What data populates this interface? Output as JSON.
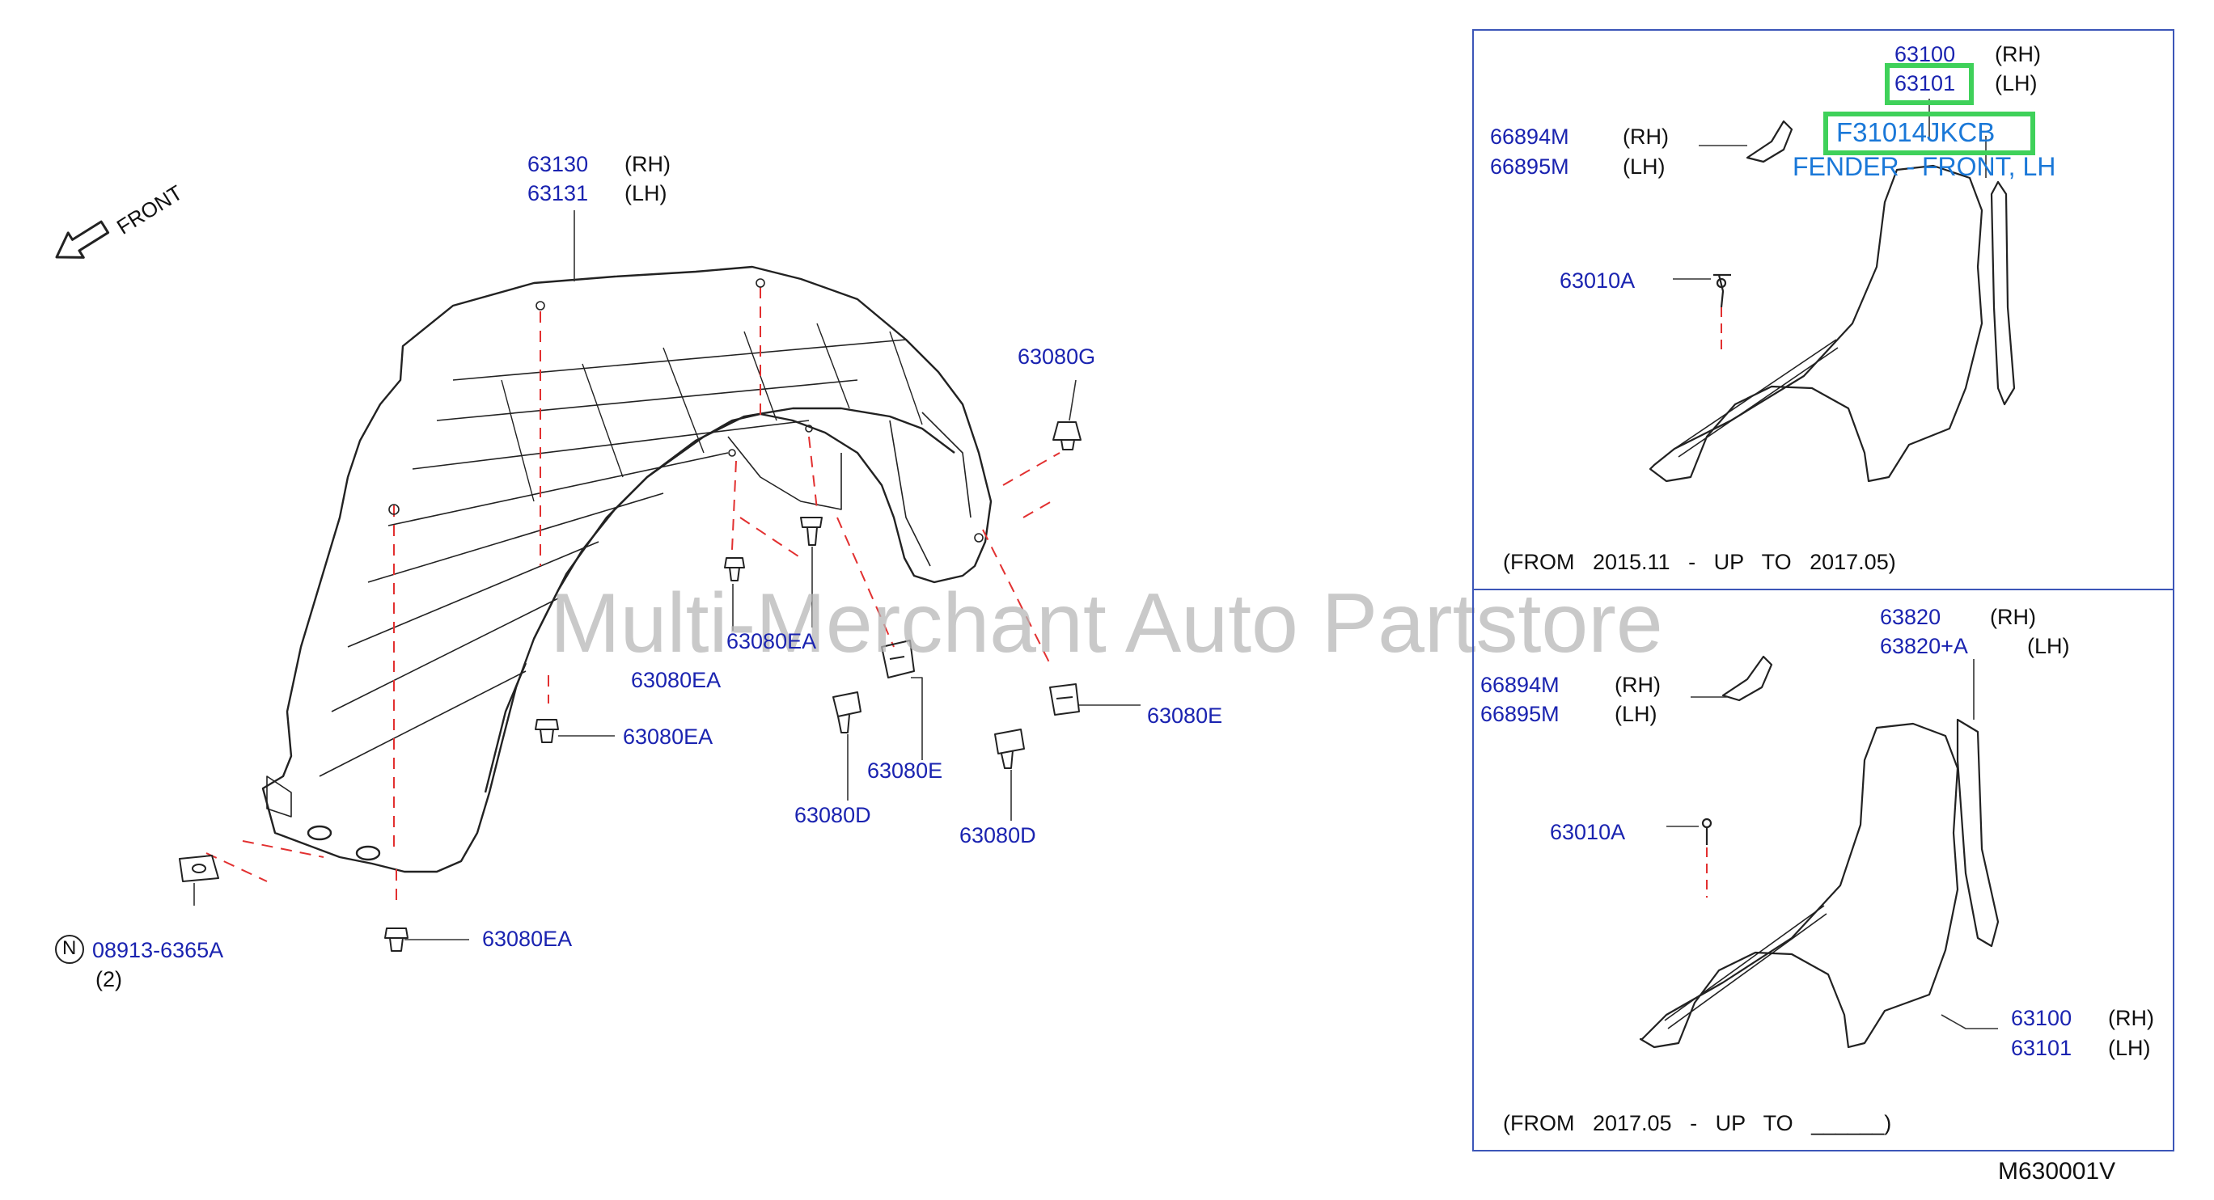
{
  "watermark": "Multi-Merchant Auto Partstore",
  "diagram_code": "M630001V",
  "front_label": "FRONT",
  "left_callouts": {
    "liner_rh": "63130",
    "liner_rh_side": "(RH)",
    "liner_lh": "63131",
    "liner_lh_side": "(LH)",
    "clip_g": "63080G",
    "clip_ea_1": "63080EA",
    "clip_ea_2": "63080EA",
    "clip_ea_3": "63080EA",
    "clip_ea_4": "63080EA",
    "clip_e_1": "63080E",
    "clip_e_2": "63080E",
    "screw_d_1": "63080D",
    "screw_d_2": "63080D",
    "nut_n": "N",
    "nut_part": "08913-6365A",
    "nut_qty": "(2)"
  },
  "panel_top": {
    "fender_rh": "63100",
    "fender_rh_side": "(RH)",
    "fender_lh": "63101",
    "fender_lh_side": "(LH)",
    "oem_part": "F31014JKCB",
    "oem_desc": "FENDER - FRONT, LH",
    "bracket_rh": "66894M",
    "bracket_rh_side": "(RH)",
    "bracket_lh": "66895M",
    "bracket_lh_side": "(LH)",
    "bolt": "63010A",
    "range": "(FROM   2015.11   -   UP   TO   2017.05)"
  },
  "panel_bottom": {
    "seal_rh": "63820",
    "seal_rh_side": "(RH)",
    "seal_lh": "63820+A",
    "seal_lh_side": "(LH)",
    "bracket_rh": "66894M",
    "bracket_rh_side": "(RH)",
    "bracket_lh": "66895M",
    "bracket_lh_side": "(LH)",
    "bolt": "63010A",
    "fender_rh": "63100",
    "fender_rh_side": "(RH)",
    "fender_lh": "63101",
    "fender_lh_side": "(LH)",
    "range": "(FROM   2017.05   -   UP   TO   ______)"
  },
  "colors": {
    "label_blue": "#1a23b0",
    "highlight_green": "#3fd15a",
    "desc_blue": "#1a78d8",
    "leader_red": "#e23030",
    "panel_border": "#3c56b8"
  }
}
